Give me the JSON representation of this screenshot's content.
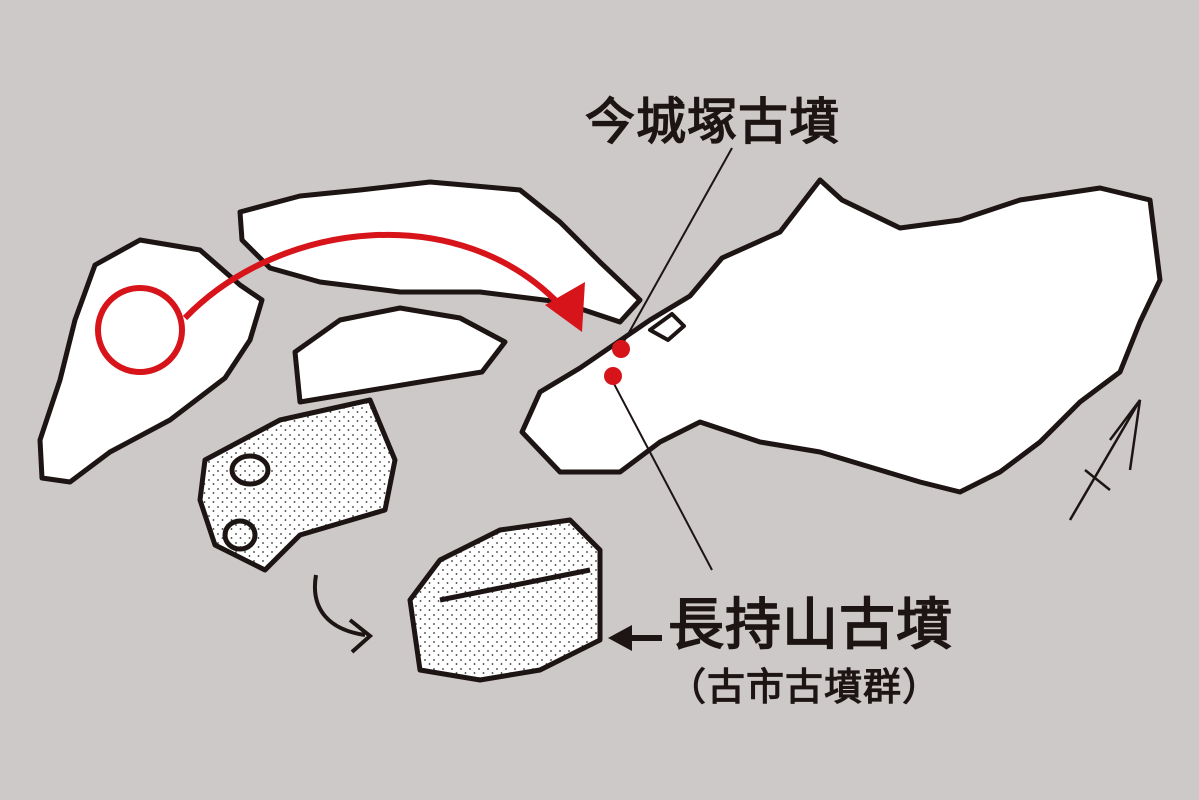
{
  "labels": {
    "imashirozuka": "今城塚古墳",
    "nagamochiyama": "長持山古墳",
    "furuichi_group": "（古市古墳群）"
  },
  "colors": {
    "background": "#cdc9c8",
    "land": "#ffffff",
    "outline": "#1d1414",
    "accent_red": "#d7141a"
  },
  "icons": [
    "north-arrow-icon",
    "sarcophagus-icon",
    "route-arrow-icon"
  ]
}
